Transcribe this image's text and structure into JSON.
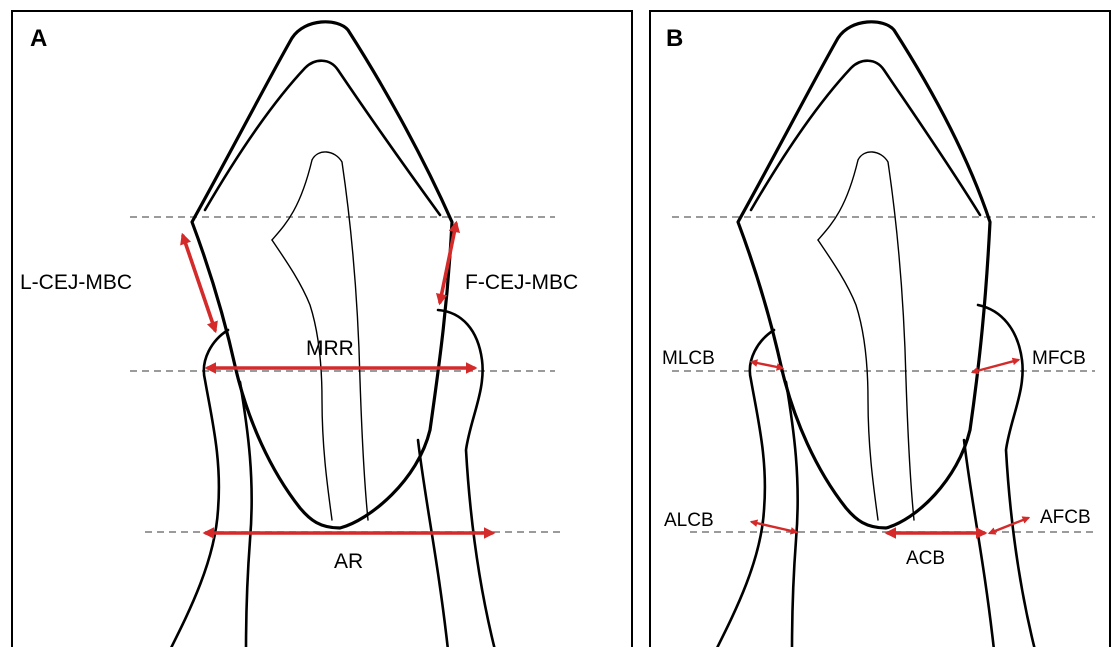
{
  "panels": [
    {
      "letter": "A",
      "labels": {
        "lcejmbc": "L-CEJ-MBC",
        "fcejmbc": "F-CEJ-MBC",
        "mrr": "MRR",
        "ar": "AR"
      }
    },
    {
      "letter": "B",
      "labels": {
        "mlcb": "MLCB",
        "mfcb": "MFCB",
        "alcb": "ALCB",
        "afcb": "AFCB",
        "acb": "ACB"
      }
    }
  ],
  "colors": {
    "outline": "#000000",
    "measurement_arrow": "#d42a2a",
    "reference_line": "#7a7a7a",
    "background": "#ffffff"
  }
}
